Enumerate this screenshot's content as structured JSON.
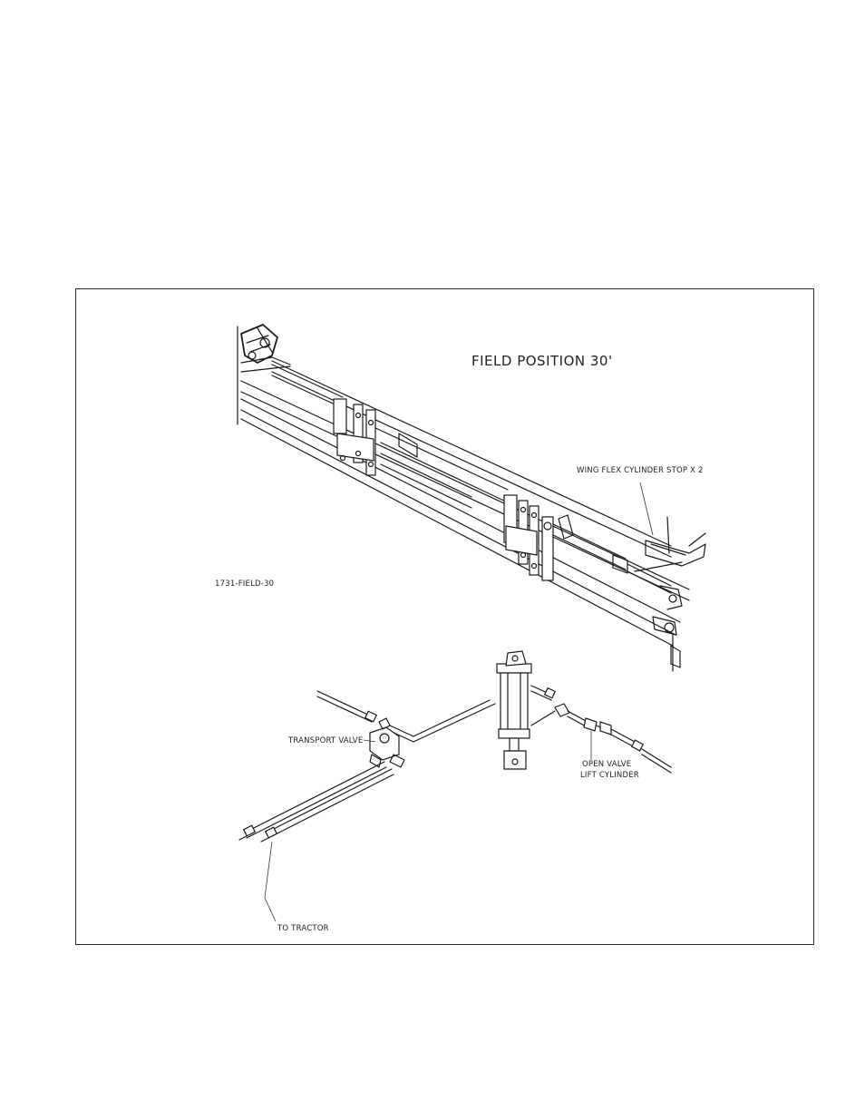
{
  "diagram": {
    "title": "FIELD POSITION 30'",
    "drawing_id": "1731-FIELD-30",
    "labels": {
      "wing_flex_stop": "WING FLEX CYLINDER STOP X 2",
      "transport_valve": "TRANSPORT VALVE",
      "open_valve": "OPEN VALVE",
      "lift_cylinder": "LIFT CYLINDER",
      "to_tractor": "TO TRACTOR"
    }
  },
  "colors": {
    "line": "#1a1a1a",
    "paper": "#ffffff",
    "frame": "#2a2a2a"
  }
}
